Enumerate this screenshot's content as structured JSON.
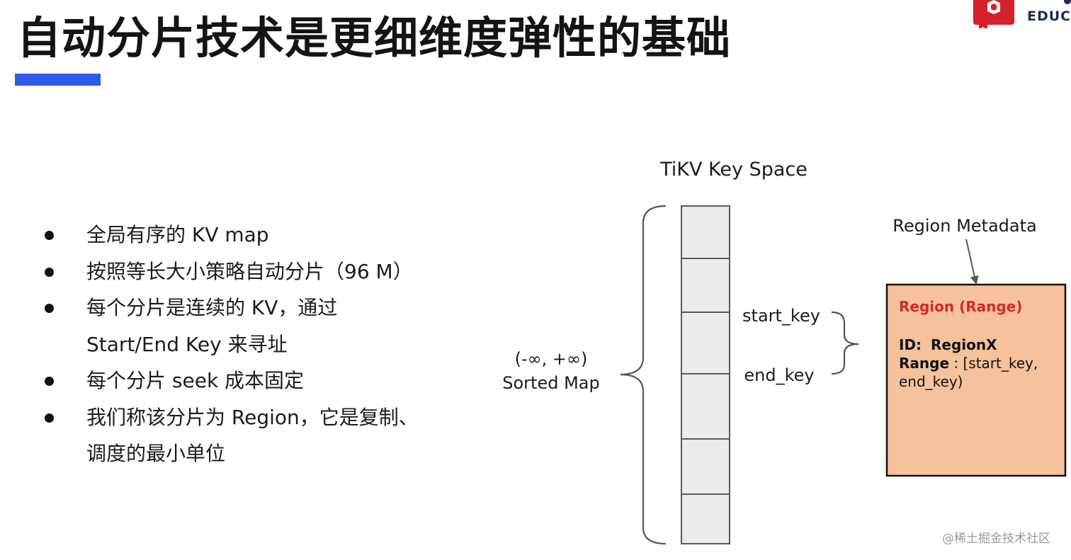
{
  "slide": {
    "title": "自动分片技术是更细维度弹性的基础",
    "accent_color": "#2f5bea"
  },
  "logo": {
    "text": "EDUCA",
    "mark": "brand-badge-icon",
    "mark_color": "#d3212d"
  },
  "bullets": [
    {
      "lines": [
        "全局有序的 KV map"
      ]
    },
    {
      "lines": [
        "按照等长大小策略自动分片（96 M）"
      ]
    },
    {
      "lines": [
        "每个分片是连续的 KV，通过",
        "Start/End Key 来寻址"
      ]
    },
    {
      "lines": [
        "每个分片 seek 成本固定"
      ]
    },
    {
      "lines": [
        "我们称该分片为 Region，它是复制、",
        "调度的最小单位"
      ]
    }
  ],
  "diagram": {
    "key_space_title": "TiKV Key Space",
    "sorted_map_range": "(-∞, +∞)",
    "sorted_map_label": "Sorted Map",
    "start_key_label": "start_key",
    "end_key_label": "end_key",
    "metadata_label": "Region Metadata",
    "region_box": {
      "heading": "Region (Range)",
      "id_label": "ID:",
      "id_value": "RegionX",
      "range_label": "Range",
      "range_value_line1": ": [start_key,",
      "range_value_line2": "end_key)",
      "heading_color": "#d9262c",
      "fill_color": "#f5c29b"
    },
    "column_fill": "#ececec"
  },
  "watermark": "@稀土掘金技术社区"
}
